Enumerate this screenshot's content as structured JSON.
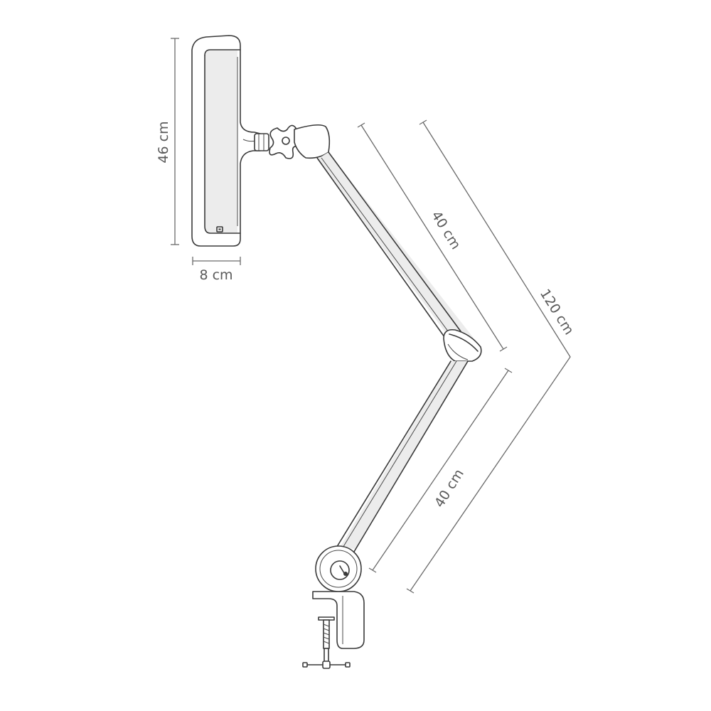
{
  "dimensions": {
    "head_height": "46 cm",
    "head_width": "8 cm",
    "upper_arm": "40 cm",
    "lower_arm": "40 cm",
    "total_length": "120 cm"
  },
  "colors": {
    "line": "#3a3a3a",
    "dimension_line": "#6a6a6a",
    "dimension_text": "#5a5a5a",
    "background": "#ffffff"
  }
}
